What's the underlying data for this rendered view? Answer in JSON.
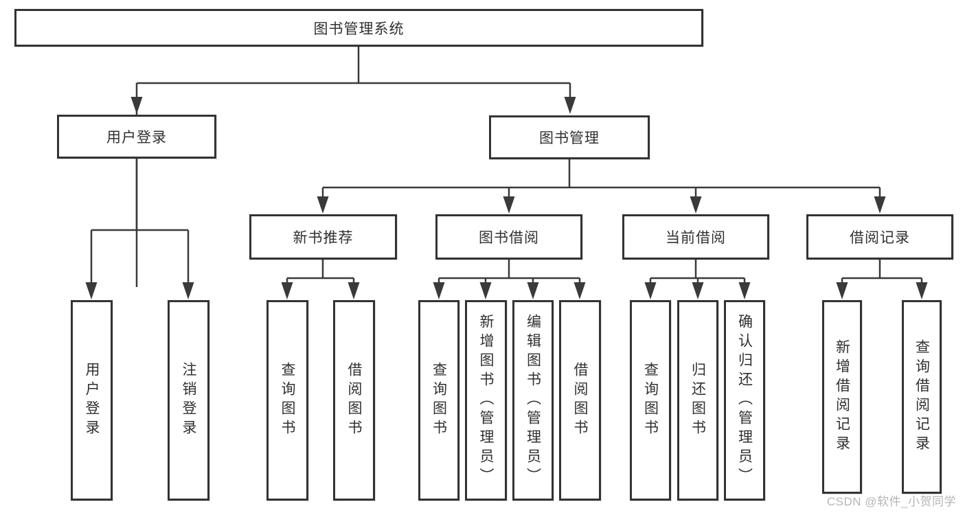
{
  "diagram": {
    "tree": {
      "label": "图书管理系统",
      "children": [
        {
          "label": "用户登录",
          "children": [
            {
              "label": "用户登录"
            },
            {
              "label": "注销登录"
            }
          ]
        },
        {
          "label": "图书管理",
          "children": [
            {
              "label": "新书推荐",
              "children": [
                {
                  "label": "查询图书"
                },
                {
                  "label": "借阅图书"
                }
              ]
            },
            {
              "label": "图书借阅",
              "children": [
                {
                  "label": "查询图书"
                },
                {
                  "label": "新增图书（管理员）"
                },
                {
                  "label": "编辑图书（管理员）"
                },
                {
                  "label": "借阅图书"
                }
              ]
            },
            {
              "label": "当前借阅",
              "children": [
                {
                  "label": "查询图书"
                },
                {
                  "label": "归还图书"
                },
                {
                  "label": "确认归还（管理员）"
                }
              ]
            },
            {
              "label": "借阅记录",
              "children": [
                {
                  "label": "新增借阅记录"
                },
                {
                  "label": "查询借阅记录"
                }
              ]
            }
          ]
        }
      ]
    },
    "watermark": "CSDN @软件_小贺同学"
  },
  "colors": {
    "border": "#333333",
    "line": "#3a3a3a",
    "text": "#303030",
    "watermark": "#b5b5b5",
    "background": "#ffffff"
  }
}
